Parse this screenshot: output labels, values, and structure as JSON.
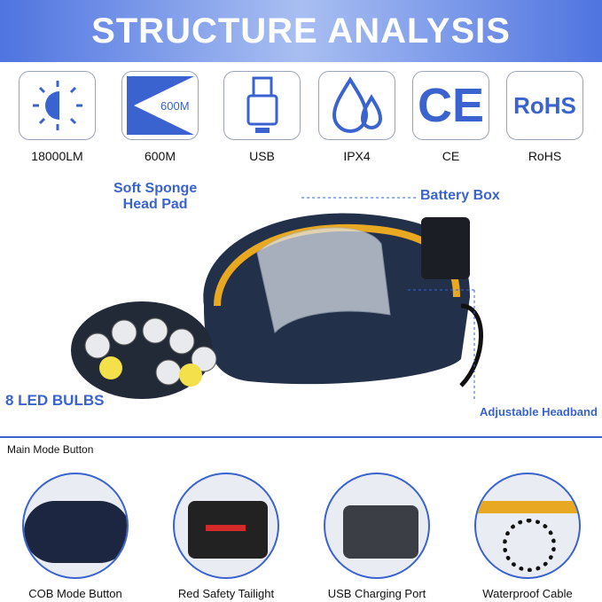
{
  "title": "STRUCTURE ANALYSIS",
  "features": [
    {
      "icon": "sun-icon",
      "label": "18000LM"
    },
    {
      "icon": "distance-icon",
      "label": "600M",
      "icon_text": "600M"
    },
    {
      "icon": "usb-icon",
      "label": "USB"
    },
    {
      "icon": "water-drops-icon",
      "label": "IPX4"
    },
    {
      "icon": "ce-mark-icon",
      "label": "CE",
      "icon_text": "CE"
    },
    {
      "icon": "rohs-icon",
      "label": "RoHS",
      "icon_text": "RoHS"
    }
  ],
  "callouts": {
    "sponge": "Soft Sponge",
    "sponge2": "Head Pad",
    "battery": "Battery Box",
    "bulbs": "8 LED BULBS",
    "headband": "Adjustable Headband",
    "main_button": "Main Mode Button"
  },
  "details": [
    "COB Mode Button",
    "Red Safety Tailight",
    "USB Charging Port",
    "Waterproof Cable"
  ],
  "colors": {
    "accent": "#3a63cf"
  }
}
